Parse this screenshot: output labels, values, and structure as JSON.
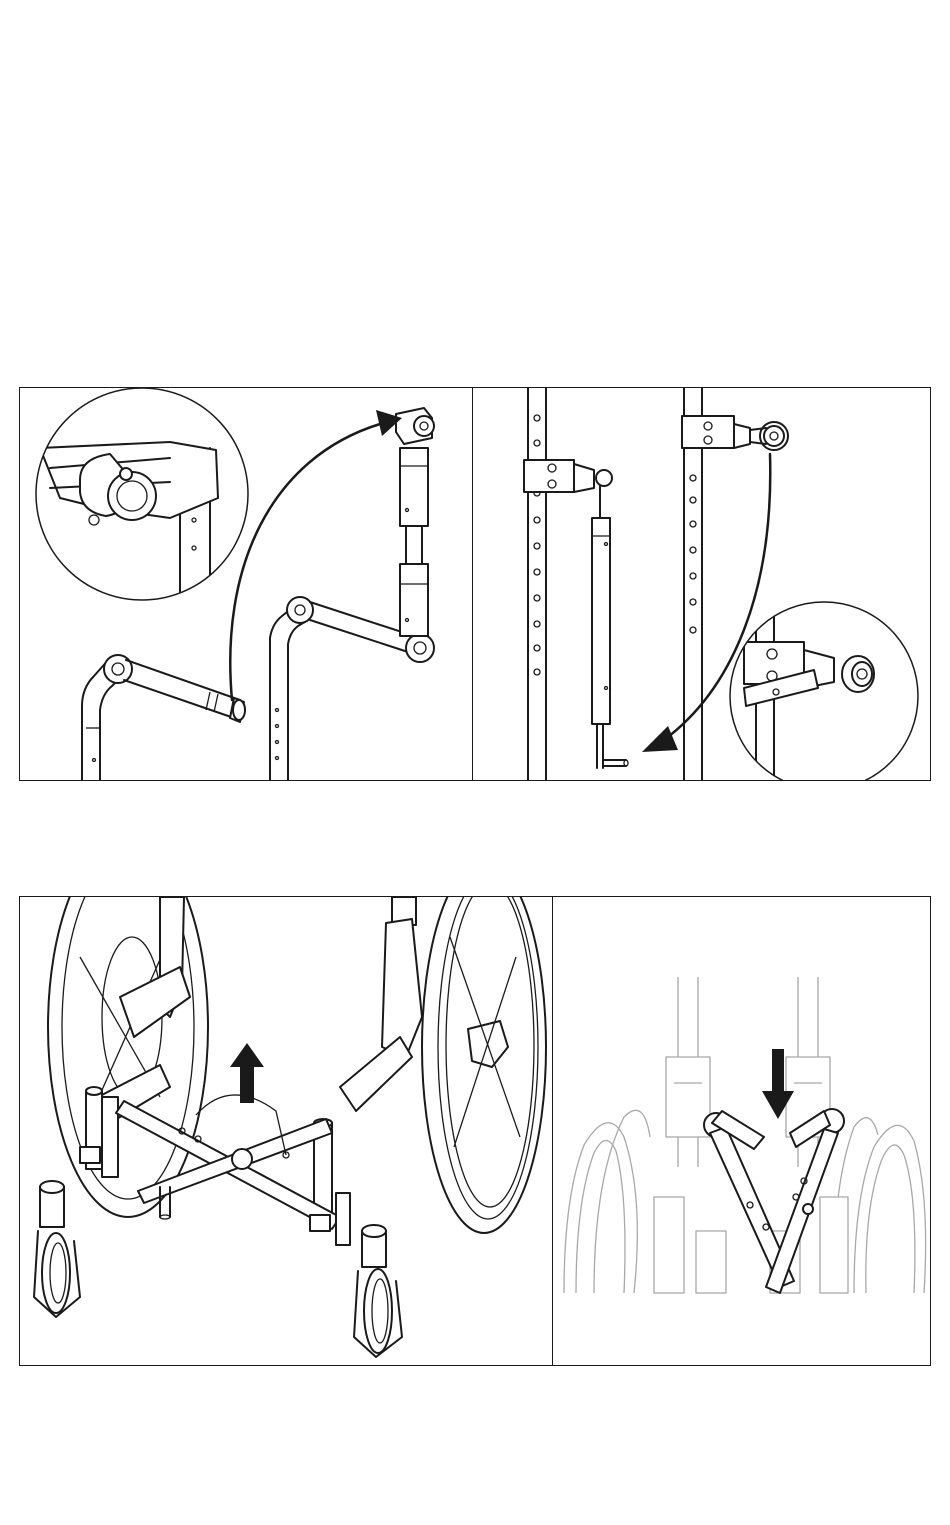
{
  "figures": [
    {
      "panels": [
        {
          "subject": "rigid-stabilizer-attach",
          "callout": "detail-circle"
        },
        {
          "subject": "rigid-stabilizer-mount",
          "callout": "detail-circle"
        }
      ]
    },
    {
      "panels": [
        {
          "subject": "lift-cross-brace",
          "direction": "up"
        },
        {
          "subject": "push-cross-brace-latch",
          "direction": "down"
        }
      ]
    }
  ],
  "colors": {
    "line": "#1a1a1a",
    "ghost": "#a8a8a8",
    "background": "#ffffff"
  }
}
